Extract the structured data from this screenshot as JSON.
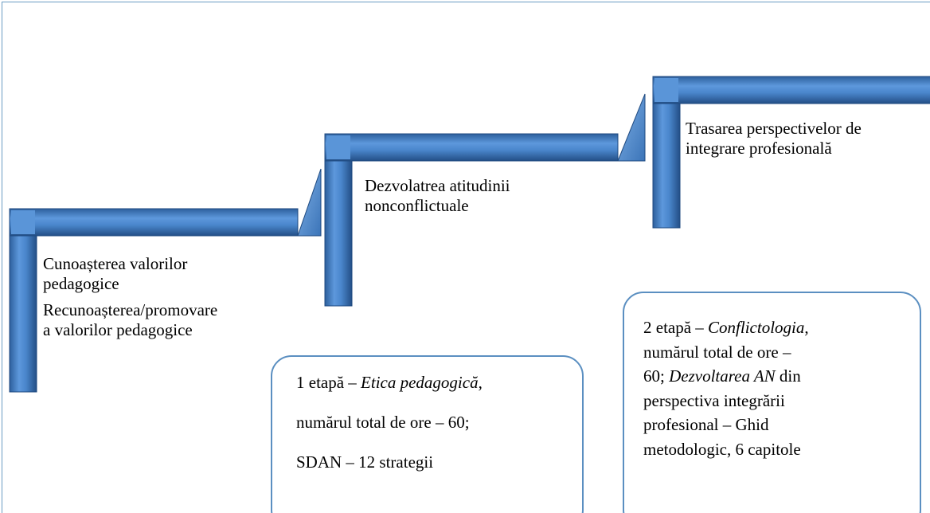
{
  "steps": [
    {
      "lines": [
        "Cunoașterea  valorilor",
        "pedagogice"
      ],
      "extra_lines": [
        "Recunoașterea/promovare",
        "a valorilor pedagogice"
      ]
    },
    {
      "lines": [
        "Dezvolatrea atitudinii",
        "nonconflictuale"
      ]
    },
    {
      "lines": [
        "Trasarea perspectivelor de",
        "integrare profesională"
      ]
    }
  ],
  "notes": [
    {
      "l1_pre": "1 etapă – ",
      "l1_em": "Etica pedagogică",
      "l1_post": ",",
      "l2": "numărul total de ore – 60;",
      "l3": "SDAN – 12 strategii"
    },
    {
      "l1_pre": "2 etapă – ",
      "l1_em": "Conflictologia",
      "l1_post": ",",
      "l2": "numărul total de ore –",
      "l3_pre": "60; ",
      "l3_em": "Dezvoltarea AN",
      "l3_post": " din",
      "l4": "perspectiva integrării",
      "l5": "profesional – Ghid",
      "l6": "metodologic, 6 capitole"
    }
  ],
  "colors": {
    "step_fill": "#4f8ad0",
    "step_dark": "#2c5f9e",
    "frame": "#6a9bc3",
    "note_border": "#5b8fc1"
  }
}
